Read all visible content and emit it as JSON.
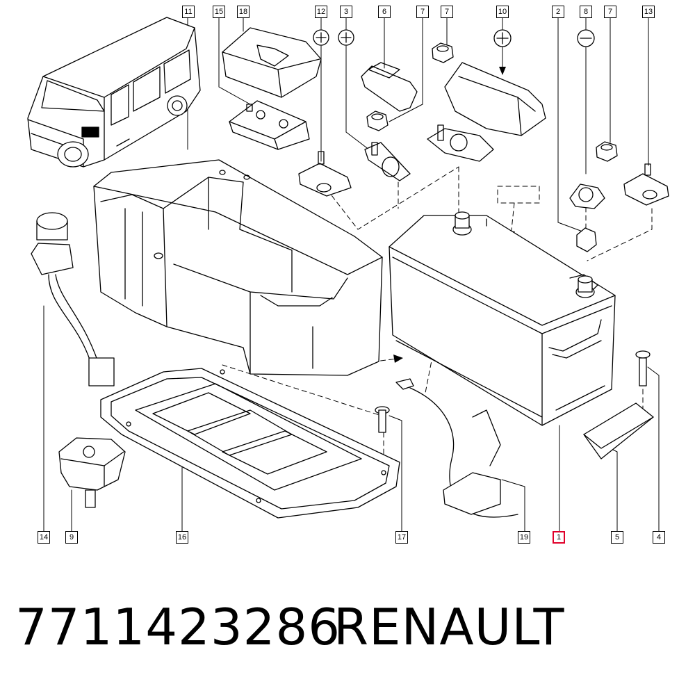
{
  "callouts": {
    "c11": "11",
    "c15": "15",
    "c18": "18",
    "c12": "12",
    "c3": "3",
    "c6": "6",
    "c7a": "7",
    "c7b": "7",
    "c10": "10",
    "c2": "2",
    "c8": "8",
    "c7c": "7",
    "c13": "13",
    "c14": "14",
    "c9": "9",
    "c16": "16",
    "c17": "17",
    "c19": "19",
    "c1": "1",
    "c5": "5",
    "c4": "4"
  },
  "highlight_color": "#e0002a",
  "footer": {
    "part_number": "7711423286",
    "brand": "RENAULT"
  },
  "icons": [
    "plus-icon",
    "minus-icon"
  ]
}
